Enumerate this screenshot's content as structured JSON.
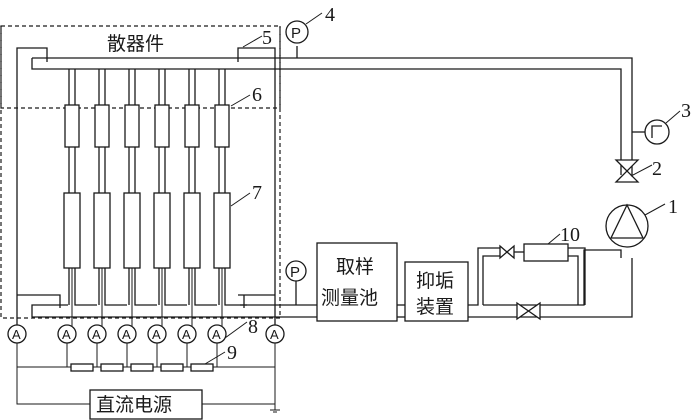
{
  "figure": {
    "labels": {
      "radiator": "散器件",
      "sampling_cell_line1": "取样",
      "sampling_cell_line2": "测量池",
      "antiscale_line1": "抑垢",
      "antiscale_line2": "装置",
      "dc_power": "直流电源"
    },
    "callouts": [
      "1",
      "2",
      "3",
      "4",
      "5",
      "6",
      "7",
      "8",
      "9",
      "10"
    ],
    "symbols": {
      "pressure": "P",
      "ammeter": "A"
    },
    "components": {
      "pump": "pump-icon",
      "valve": "valve-icon",
      "flow_meter": "flow-meter-icon",
      "pressure_gauge": "pressure-gauge-icon",
      "ammeter": "ammeter-icon",
      "resistor": "resistor-icon",
      "ground": "ground-icon"
    },
    "heater_channels": 6,
    "shunt_resistors": 5,
    "ammeters": 8
  }
}
